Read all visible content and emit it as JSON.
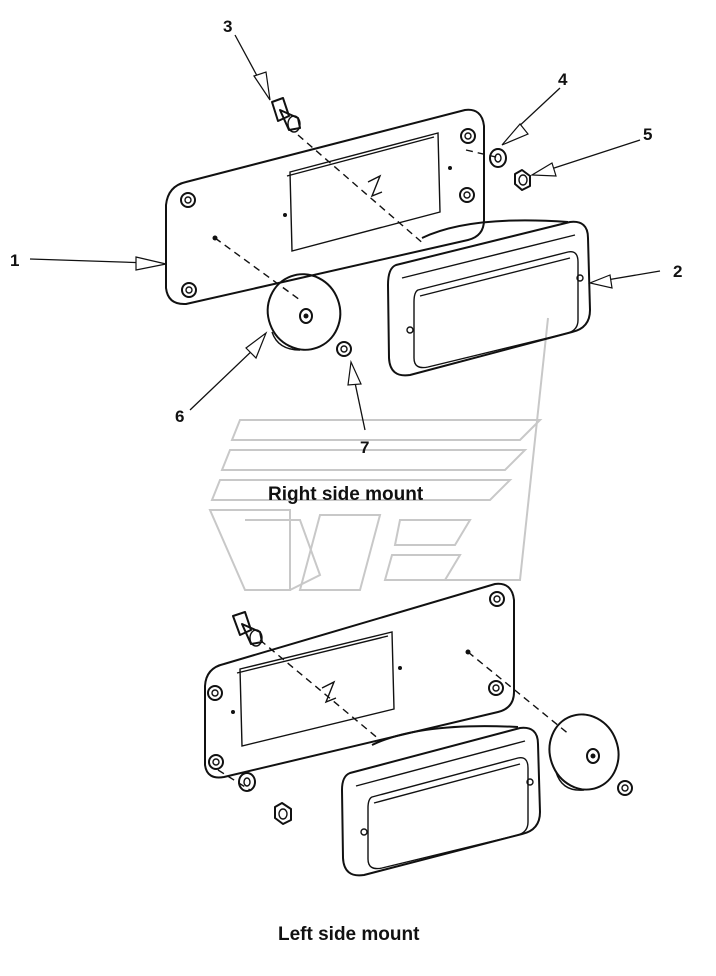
{
  "callouts": {
    "c1": "1",
    "c2": "2",
    "c3": "3",
    "c4": "4",
    "c5": "5",
    "c6": "6",
    "c7": "7"
  },
  "captions": {
    "right_mount": "Right side mount",
    "left_mount": "Left side mount"
  }
}
